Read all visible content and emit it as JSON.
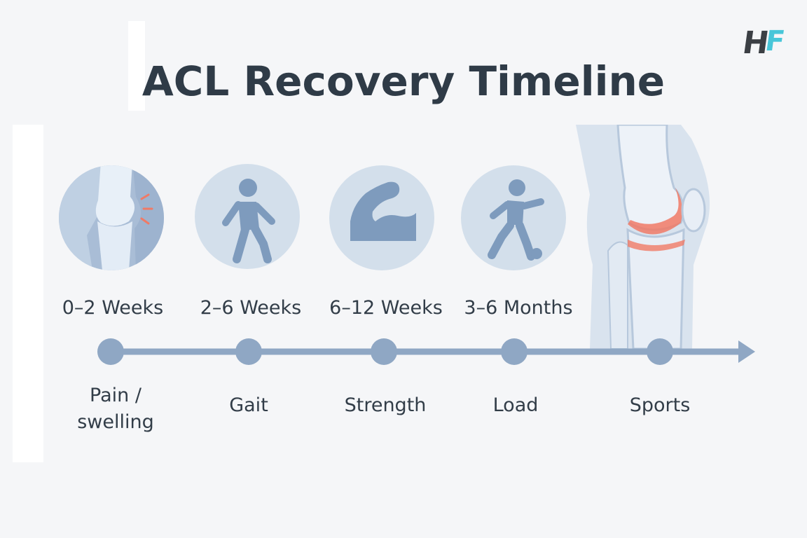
{
  "title": "ACL Recovery Timeline",
  "logo": {
    "text_h": "H",
    "text_f": "F",
    "color_h": "#3b3f44",
    "color_f": "#48c6d9"
  },
  "colors": {
    "accent": "#8fa7c4",
    "circle_bg": "#d3dfeb",
    "figure": "#7e9bbd",
    "inflammation": "#f07a66",
    "text": "#323d48"
  },
  "phases": [
    {
      "label": "0–2 Weeks",
      "icon": "inflamed-knee-icon",
      "milestone": [
        "Pain /",
        "swelling"
      ]
    },
    {
      "label": "2–6 Weeks",
      "icon": "walking-person-icon",
      "milestone": [
        "Gait"
      ]
    },
    {
      "label": "6–12 Weeks",
      "icon": "flexed-arm-icon",
      "milestone": [
        "Strength"
      ]
    },
    {
      "label": "3–6 Months",
      "icon": "running-soccer-icon",
      "milestone": [
        "Load"
      ]
    },
    {
      "label": "",
      "icon": "knee-joint-illustration",
      "milestone": [
        "Sports"
      ]
    }
  ]
}
